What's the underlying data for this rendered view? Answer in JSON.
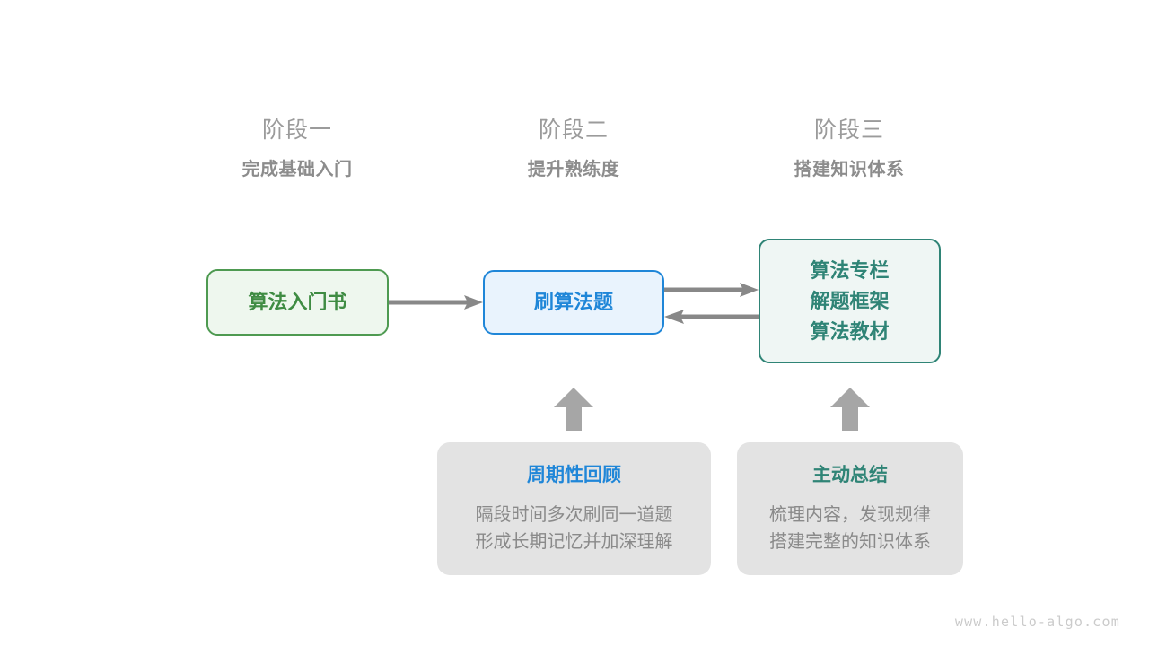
{
  "stages": [
    {
      "title": "阶段一",
      "subtitle": "完成基础入门"
    },
    {
      "title": "阶段二",
      "subtitle": "提升熟练度"
    },
    {
      "title": "阶段三",
      "subtitle": "搭建知识体系"
    }
  ],
  "nodes": {
    "book": {
      "label": "算法入门书",
      "color": "#3f8c43",
      "fill": "#eef7ee",
      "border": "#4e9a51"
    },
    "practice": {
      "label": "刷算法题",
      "color": "#1f86d8",
      "fill": "#e9f3fd",
      "border": "#1f86d8"
    },
    "resources": {
      "lines": [
        "算法专栏",
        "解题框架",
        "算法教材"
      ],
      "color": "#2f8476",
      "fill": "#eff6f4",
      "border": "#2f8476"
    }
  },
  "cards": [
    {
      "title": "周期性回顾",
      "title_color": "#1f86d8",
      "lines": [
        "隔段时间多次刷同一道题",
        "形成长期记忆并加深理解"
      ]
    },
    {
      "title": "主动总结",
      "title_color": "#2f8476",
      "lines": [
        "梳理内容，发现规律",
        "搭建完整的知识体系"
      ]
    }
  ],
  "arrows": {
    "color": "#888888",
    "book_to_practice": "arrow-right",
    "practice_to_resources": "arrow-right",
    "resources_to_practice": "arrow-left",
    "review_up": "arrow-up",
    "summary_up": "arrow-up"
  },
  "watermark": "www.hello-algo.com"
}
